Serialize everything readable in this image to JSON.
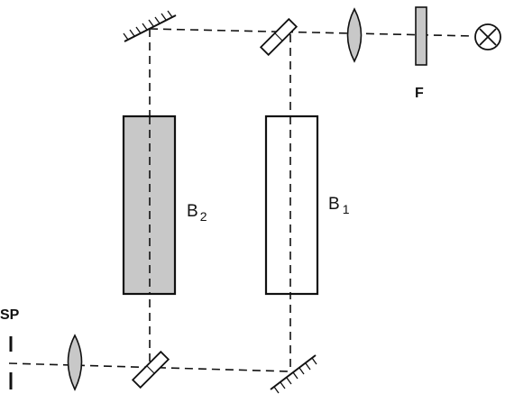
{
  "labels": {
    "b1": {
      "main": "B",
      "sub": "1"
    },
    "b2": {
      "main": "B",
      "sub": "2"
    },
    "filter": "F",
    "slit": "SP"
  },
  "colors": {
    "line": "#111111",
    "fill_gray": "#c8c8c8",
    "fill_white": "#ffffff"
  }
}
